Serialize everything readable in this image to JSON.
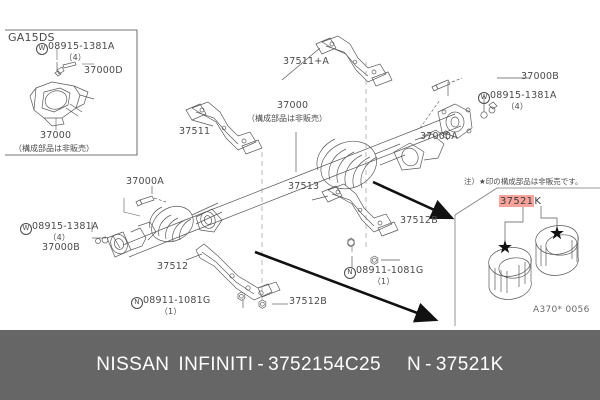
{
  "diagram": {
    "inset_title": "GA15DS",
    "sheet_code": "A370* 0056",
    "note": "注）★印の構成部品は非販売です。",
    "jp_subnote": "（構成部品は非販売）",
    "highlight_color": "#f7a39c",
    "callout": {
      "highlighted": "37521",
      "suffix": "K"
    },
    "labels": [
      {
        "id": "inset-fastener",
        "text": "08915-1381A",
        "qty": "（4）",
        "marker": "W"
      },
      {
        "id": "inset-37000D",
        "text": "37000D"
      },
      {
        "id": "inset-37000",
        "text": "37000"
      },
      {
        "id": "label-37511A",
        "text": "37511+A"
      },
      {
        "id": "label-37000-center",
        "text": "37000"
      },
      {
        "id": "label-37511",
        "text": "37511"
      },
      {
        "id": "label-37000B-tr",
        "text": "37000B"
      },
      {
        "id": "label-fastener-tr",
        "text": "08915-1381A",
        "qty": "（4）",
        "marker": "W"
      },
      {
        "id": "label-37000A-tr",
        "text": "37000A"
      },
      {
        "id": "label-37000A-left",
        "text": "37000A"
      },
      {
        "id": "label-fastener-bl",
        "text": "08915-1381A",
        "qty": "（4）",
        "marker": "W"
      },
      {
        "id": "label-37000B-bl",
        "text": "37000B"
      },
      {
        "id": "label-37513",
        "text": "37513"
      },
      {
        "id": "label-37512",
        "text": "37512"
      },
      {
        "id": "label-37512B-mid",
        "text": "37512B"
      },
      {
        "id": "label-37512B-bot",
        "text": "37512B"
      },
      {
        "id": "label-nut-mid",
        "text": "08911-1081G",
        "qty": "（1）",
        "marker": "N"
      },
      {
        "id": "label-nut-bot",
        "text": "08911-1081G",
        "qty": "（1）",
        "marker": "N"
      }
    ]
  },
  "footer": {
    "brand": "NISSAN",
    "sub_brand": "INFINITI",
    "dash": "-",
    "catalog_number": "3752154C25",
    "n_prefix": "N",
    "dash2": "-",
    "part_number": "37521K",
    "background": "#666666"
  }
}
